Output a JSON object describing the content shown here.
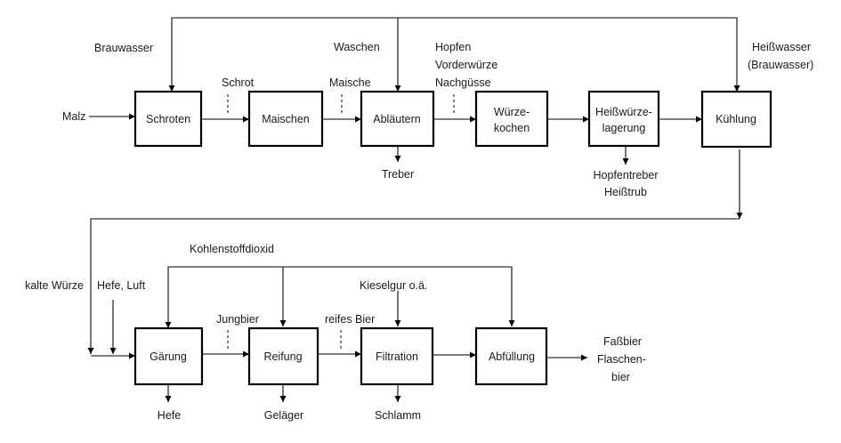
{
  "boxes": {
    "schroten": "Schroten",
    "maischen": "Maischen",
    "ablaeutern": "Abläutern",
    "wuerzekochen": [
      "Würze-",
      "kochen"
    ],
    "heisswuerzelagerung": [
      "Heißwürze-",
      "lagerung"
    ],
    "kuehlung": "Kühlung",
    "gaerung": "Gärung",
    "reifung": "Reifung",
    "filtration": "Filtration",
    "abfuellung": "Abfüllung"
  },
  "labels": {
    "malz": "Malz",
    "brauwasser": "Brauwasser",
    "schrot": "Schrot",
    "waschen": "Waschen",
    "maische": "Maische",
    "hopfen": [
      "Hopfen",
      "Vorderwürze",
      "Nachgüsse"
    ],
    "heisswasser": [
      "Heißwasser",
      "(Brauwasser)"
    ],
    "treber": "Treber",
    "hopfentreber": [
      "Hopfentreber",
      "Heißtrub"
    ],
    "kalte_wuerze": "kalte Würze",
    "hefe_luft": "Hefe, Luft",
    "kohlenstoffdioxid": "Kohlenstoffdioxid",
    "kieselgur": "Kieselgur o.ä.",
    "jungbier": "Jungbier",
    "reifes_bier": "reifes Bier",
    "hefe": "Hefe",
    "gelaeger": "Geläger",
    "schlamm": "Schlamm",
    "fassbier": "Faßbier",
    "flaschenbier": [
      "Flaschen-",
      "bier"
    ]
  }
}
